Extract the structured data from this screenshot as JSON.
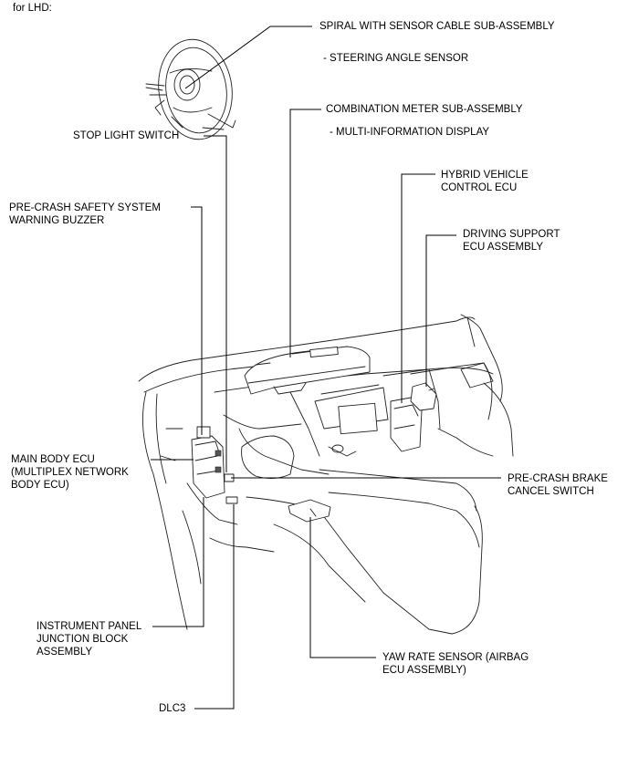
{
  "header": {
    "text": "for LHD:"
  },
  "labels": {
    "spiral": {
      "lines": [
        "SPIRAL WITH SENSOR CABLE SUB-ASSEMBLY"
      ]
    },
    "steering_angle": {
      "lines": [
        "- STEERING ANGLE SENSOR"
      ]
    },
    "combination_meter": {
      "lines": [
        "COMBINATION METER SUB-ASSEMBLY"
      ]
    },
    "multi_info": {
      "lines": [
        "- MULTI-INFORMATION DISPLAY"
      ]
    },
    "stop_light": {
      "lines": [
        "STOP LIGHT SWITCH"
      ]
    },
    "hybrid_ecu": {
      "lines": [
        "HYBRID VEHICLE",
        "CONTROL ECU"
      ]
    },
    "buzzer": {
      "lines": [
        "PRE-CRASH SAFETY SYSTEM",
        "WARNING BUZZER"
      ]
    },
    "driving_support": {
      "lines": [
        "DRIVING SUPPORT",
        "ECU ASSEMBLY"
      ]
    },
    "main_body": {
      "lines": [
        "MAIN BODY ECU",
        "(MULTIPLEX NETWORK",
        "BODY ECU)"
      ]
    },
    "brake_cancel": {
      "lines": [
        "PRE-CRASH BRAKE",
        "CANCEL SWITCH"
      ]
    },
    "junction_block": {
      "lines": [
        "INSTRUMENT PANEL",
        "JUNCTION BLOCK",
        "ASSEMBLY"
      ]
    },
    "yaw_rate": {
      "lines": [
        "YAW RATE SENSOR (AIRBAG",
        "ECU ASSEMBLY)"
      ]
    },
    "dlc3": {
      "lines": [
        "DLC3"
      ]
    }
  }
}
